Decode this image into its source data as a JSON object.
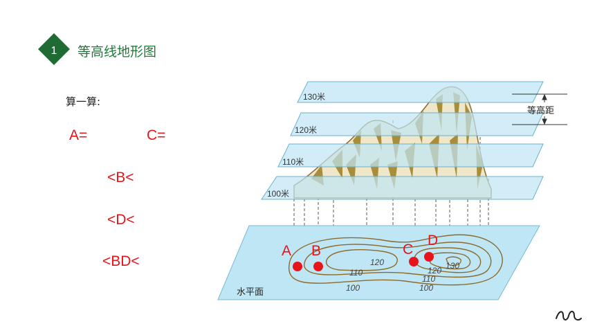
{
  "section": {
    "number": "1",
    "title": "等高线地形图"
  },
  "calc": {
    "label": "算一算:",
    "lines": [
      "A=",
      "C=",
      "<B<",
      "<D<",
      "<BD<"
    ]
  },
  "diagram": {
    "planes": [
      "130米",
      "120米",
      "110米",
      "100米"
    ],
    "interval_label": "等高距",
    "water_label": "水平面",
    "contours": [
      "100",
      "110",
      "120",
      "130",
      "120",
      "110",
      "100"
    ],
    "points": [
      "A",
      "B",
      "C",
      "D"
    ]
  },
  "colors": {
    "green": "#1f7a3a",
    "red": "#e8141b",
    "plane": "#bfe6f5",
    "mountain": "#a88d3a"
  }
}
